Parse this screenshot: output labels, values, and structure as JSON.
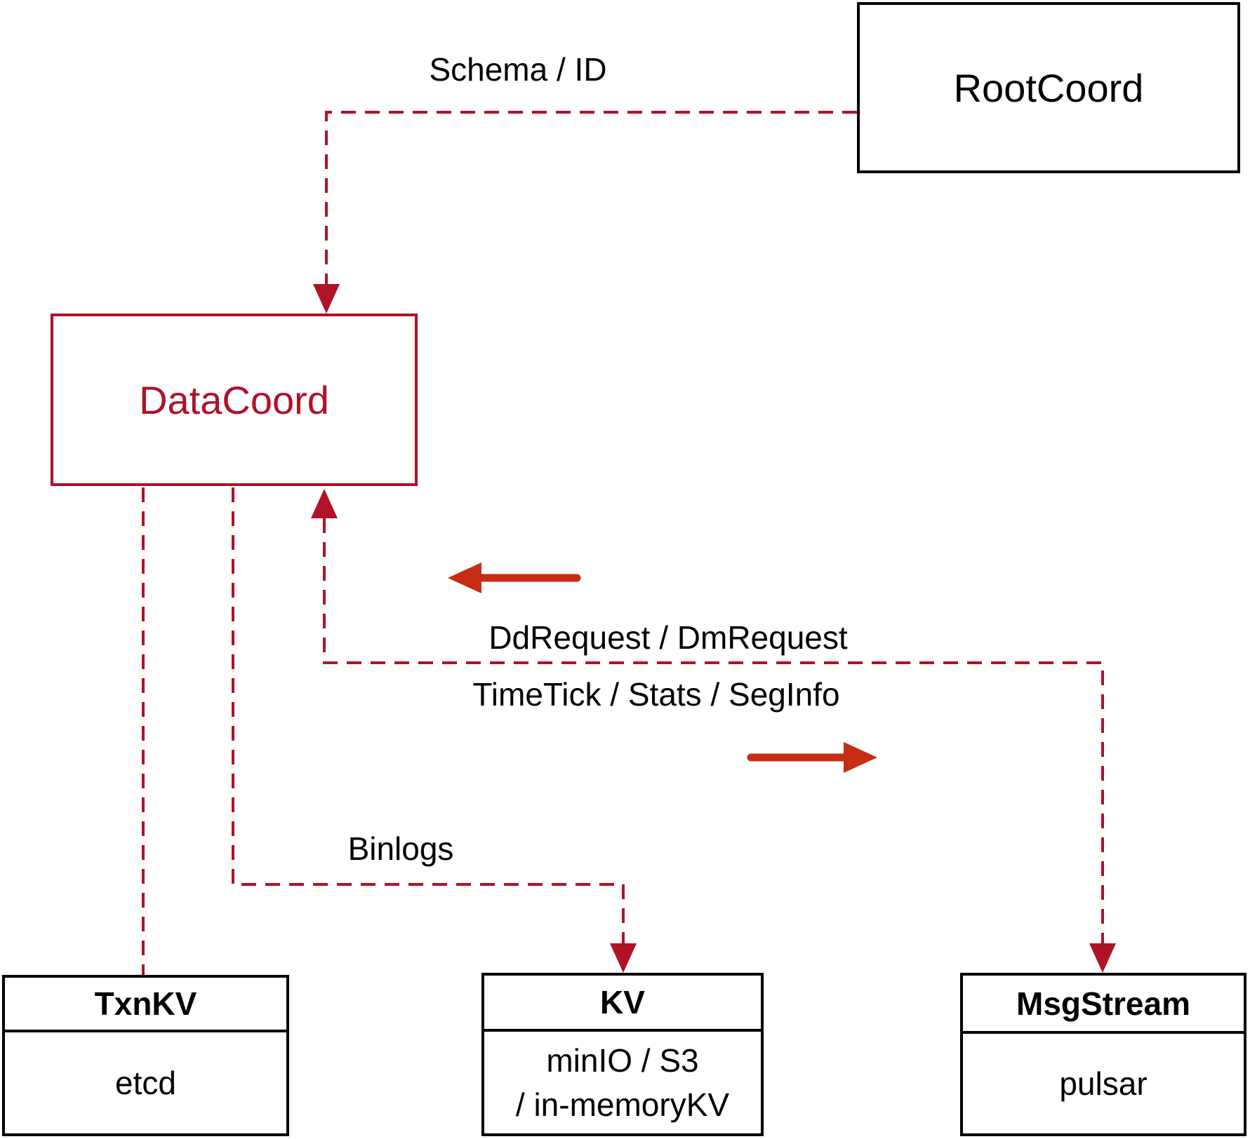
{
  "diagram": {
    "colors": {
      "connector_red": "#b01228",
      "solid_arrow_red": "#c62d14",
      "box_border_black": "#000000",
      "background": "#ffffff"
    },
    "nodes": {
      "rootcoord": {
        "label": "RootCoord"
      },
      "datacoord": {
        "label": "DataCoord"
      },
      "txnkv": {
        "title": "TxnKV",
        "body": "etcd"
      },
      "kv": {
        "title": "KV",
        "body_line1": "minIO / S3",
        "body_line2": "/ in-memoryKV"
      },
      "msgstream": {
        "title": "MsgStream",
        "body": "pulsar"
      }
    },
    "edge_labels": {
      "schema_id": "Schema / ID",
      "dd_dm_request": "DdRequest / DmRequest",
      "timetick_stats_seginfo": "TimeTick / Stats / SegInfo",
      "binlogs": "Binlogs"
    }
  }
}
